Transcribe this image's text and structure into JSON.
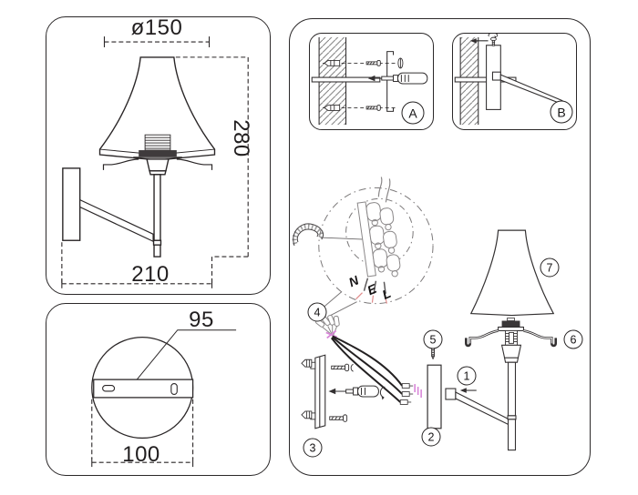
{
  "sheet": {
    "side_view": {
      "diameter": "ø150",
      "height": "280",
      "width": "210"
    },
    "base_view": {
      "plate_width": "95",
      "base_width": "100"
    },
    "steps": [
      {
        "label": "A"
      },
      {
        "label": "B"
      }
    ],
    "terminals": [
      {
        "label": "N"
      },
      {
        "label": "E"
      },
      {
        "label": "L"
      }
    ],
    "parts": [
      {
        "num": "1"
      },
      {
        "num": "2"
      },
      {
        "num": "3"
      },
      {
        "num": "4"
      },
      {
        "num": "5"
      },
      {
        "num": "6"
      },
      {
        "num": "7"
      }
    ]
  },
  "colors": {
    "line": "#2a2627",
    "accent_pink": "#d886d8",
    "leader_red": "#e08a8a"
  }
}
